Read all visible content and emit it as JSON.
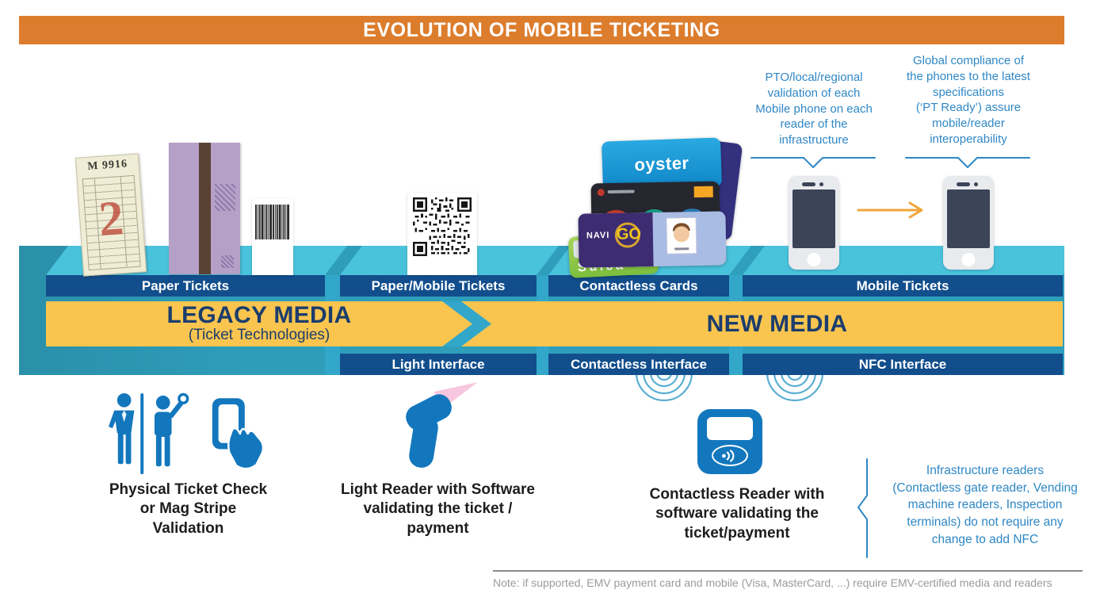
{
  "header": {
    "title": "EVOLUTION OF MOBILE TICKETING"
  },
  "timeline": {
    "media": [
      "Paper Tickets",
      "Paper/Mobile Tickets",
      "Contactless Cards",
      "Mobile Tickets"
    ],
    "legacy": {
      "title": "LEGACY MEDIA",
      "subtitle": "(Ticket Technologies)"
    },
    "new_media": {
      "title": "NEW MEDIA"
    },
    "interfaces": [
      "Light Interface",
      "Contactless Interface",
      "NFC Interface"
    ]
  },
  "annotations": {
    "pto": "PTO/local/regional\nvalidation of each\nMobile phone on each\nreader of the\ninfrastructure",
    "global_compliance": "Global compliance of\nthe phones to the latest\nspecifications\n(‘PT Ready’) assure\nmobile/reader\ninteroperability",
    "infrastructure": "Infrastructure readers\n(Contactless gate reader, Vending\nmachine readers, Inspection\nterminals) do not require any\nchange to add NFC"
  },
  "captions": {
    "physical": "Physical Ticket Check\nor Mag Stripe\nValidation",
    "light_reader": "Light Reader with Software\nvalidating the ticket /\npayment",
    "contactless_reader": "Contactless Reader with\nsoftware validating the\nticket/payment"
  },
  "artifacts": {
    "paper_ticket_number": "M 9916",
    "paper_ticket_digit": "2",
    "cards": {
      "oyster": "oyster",
      "navigo_navi": "NAVI",
      "navigo_go": "GO",
      "suica": "Suica"
    }
  },
  "note": "Note: if supported, EMV payment card and mobile (Visa, MasterCard, ...) require EMV-certified media and readers",
  "colors": {
    "header_orange": "#DC7D2D",
    "band_teal": "#2E9DBA",
    "shelf_cyan": "#49C2DB",
    "divider_cyan": "#33A7CA",
    "bar_navy": "#124E8C",
    "era_yellow": "#F9C54F",
    "era_text_navy": "#1B3D6D",
    "annotation_blue": "#2F87C5",
    "icon_blue": "#1377BD",
    "arrow_orange": "#EFA63B",
    "ripple_blue": "#59AED2",
    "note_gray": "#9B9B9B"
  }
}
